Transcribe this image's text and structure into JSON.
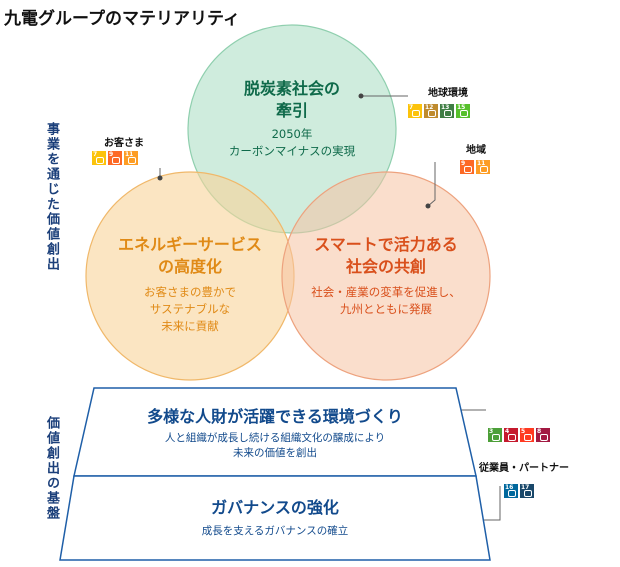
{
  "title": "九電グループのマテリアリティ",
  "side_labels": {
    "upper": "事業を通じた価値創出",
    "lower": "価値創出の基盤"
  },
  "circles": {
    "top": {
      "title1": "脱炭素社会の",
      "title2": "牽引",
      "sub1": "2050年",
      "sub2": "カーボンマイナスの実現",
      "color": "#3aaa7a"
    },
    "left": {
      "title1": "エネルギーサービス",
      "title2": "の高度化",
      "sub1": "お客さまの豊かで",
      "sub2": "サステナブルな",
      "sub3": "未来に貢献",
      "color": "#f0a43a"
    },
    "right": {
      "title1": "スマートで活力ある",
      "title2": "社会の共創",
      "sub1": "社会・産業の変革を促進し、",
      "sub2": "九州とともに発展",
      "color": "#e8642e"
    }
  },
  "tags": {
    "customers": "お客さま",
    "global_env": "地球環境",
    "region": "地域",
    "employees": "従業員・パートナー"
  },
  "foundation": {
    "upper_title": "多様な人財が活躍できる環境づくり",
    "upper_sub1": "人と組織が成長し続ける組織文化の醸成により",
    "upper_sub2": "未来の価値を創出",
    "lower_title": "ガバナンスの強化",
    "lower_sub": "成長を支えるガバナンスの確立",
    "color": "#124a8c"
  },
  "sdg_icons": {
    "customers": [
      {
        "num": "7",
        "color": "#fcc30b"
      },
      {
        "num": "9",
        "color": "#fd6925"
      },
      {
        "num": "11",
        "color": "#fd9d24"
      }
    ],
    "global_env": [
      {
        "num": "7",
        "color": "#fcc30b"
      },
      {
        "num": "12",
        "color": "#bf8b2e"
      },
      {
        "num": "13",
        "color": "#3f7e44"
      },
      {
        "num": "15",
        "color": "#56c02b"
      }
    ],
    "region": [
      {
        "num": "9",
        "color": "#fd6925"
      },
      {
        "num": "11",
        "color": "#fd9d24"
      }
    ],
    "employees_top": [
      {
        "num": "3",
        "color": "#4c9f38"
      },
      {
        "num": "4",
        "color": "#c5192d"
      },
      {
        "num": "5",
        "color": "#ff3a21"
      },
      {
        "num": "8",
        "color": "#a21942"
      }
    ],
    "employees_bottom": [
      {
        "num": "16",
        "color": "#00689d"
      },
      {
        "num": "17",
        "color": "#19486a"
      }
    ]
  }
}
